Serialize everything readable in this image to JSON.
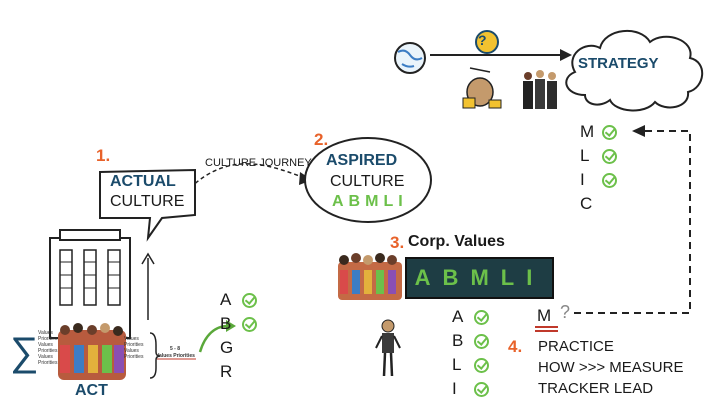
{
  "strategy": {
    "label": "STRATEGY",
    "letters": [
      "M",
      "L",
      "I",
      "C"
    ],
    "checked": [
      true,
      true,
      true,
      false
    ]
  },
  "actual": {
    "number": "1.",
    "title": "ACTUAL",
    "subtitle": "CULTURE"
  },
  "journey": {
    "label": "CULTURE JOURNEY"
  },
  "aspired": {
    "number": "2.",
    "title": "ASPIRED",
    "subtitle": "CULTURE",
    "code": "ABMLI"
  },
  "corp": {
    "number": "3.",
    "title": "Corp. Values",
    "banner": "ABMLI",
    "letters": [
      "A",
      "B",
      "L",
      "I"
    ]
  },
  "act": {
    "label": "ACT",
    "sigma": "∑",
    "tiny_label": "Values Priorities",
    "range": "5 - 8",
    "letters": [
      "A",
      "B",
      "G",
      "R"
    ],
    "checked": [
      true,
      true,
      false,
      false
    ],
    "values_lines": [
      "Values Priorities",
      "Values Priorities",
      "Values Priorities",
      "Values Priorities",
      "Values Priorities"
    ]
  },
  "measure": {
    "number": "4.",
    "letter": "M",
    "question": "?",
    "lines": [
      "PRACTICE",
      "HOW >>> MEASURE",
      "TRACKER LEAD"
    ]
  },
  "top": {
    "question": "?"
  }
}
